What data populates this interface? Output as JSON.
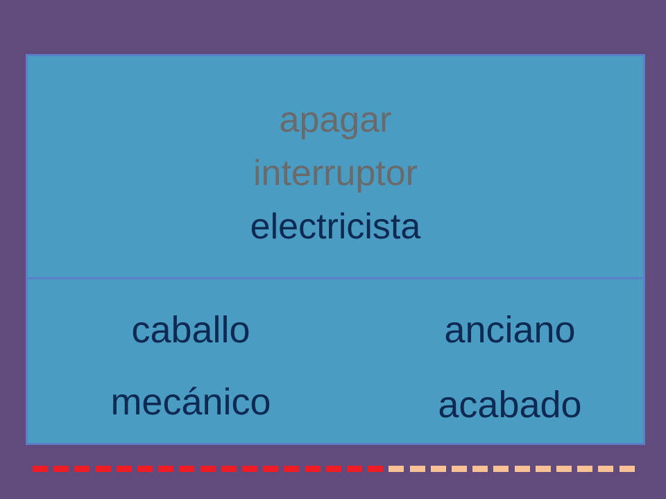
{
  "prompt": {
    "line1": "apagar",
    "line2": "interruptor",
    "line3": "electricista"
  },
  "options": [
    {
      "label": "caballo"
    },
    {
      "label": "anciano"
    },
    {
      "label": "mecánico"
    },
    {
      "label": "acabado"
    }
  ],
  "progress": {
    "completed": 17,
    "total": 29
  },
  "colors": {
    "background": "#604b7c",
    "card": "#4a9cc3",
    "border": "#5c7fc9",
    "text_dark": "#0f2a52",
    "text_gray": "#6a6a6a",
    "progress_done": "#ee1c24",
    "progress_todo": "#f8c294"
  }
}
